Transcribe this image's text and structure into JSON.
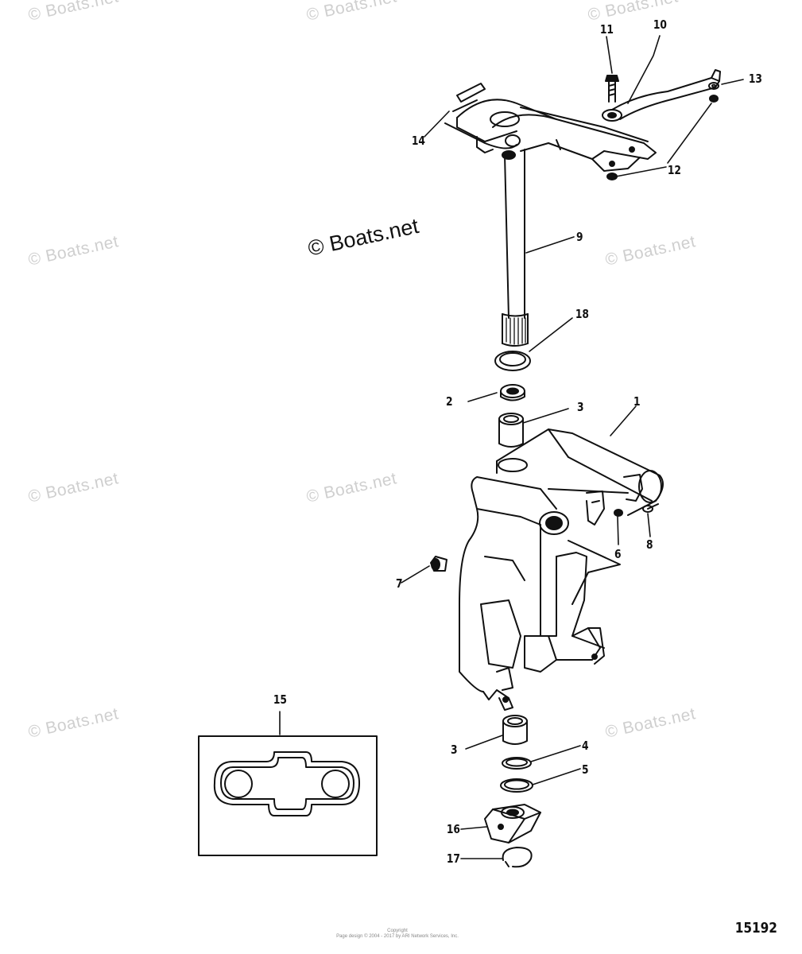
{
  "watermarks": [
    "© Boats.net",
    "© Boats.net",
    "© Boats.net",
    "© Boats.net",
    "© Boats.net",
    "© Boats.net",
    "© Boats.net",
    "© Boats.net",
    "© Boats.net"
  ],
  "watermark_main": "© Boats.net",
  "callouts": [
    "1",
    "2",
    "3",
    "3",
    "4",
    "5",
    "6",
    "7",
    "8",
    "9",
    "10",
    "11",
    "12",
    "13",
    "14",
    "15",
    "16",
    "17",
    "18"
  ],
  "diagram_code": "15192",
  "footer": {
    "line1": "Copyright",
    "line2": "Page design © 2004 - 2017 by ARI Network Services, Inc."
  },
  "colors": {
    "line": "#111111",
    "watermark": "#cfcfcf",
    "background": "#ffffff"
  }
}
